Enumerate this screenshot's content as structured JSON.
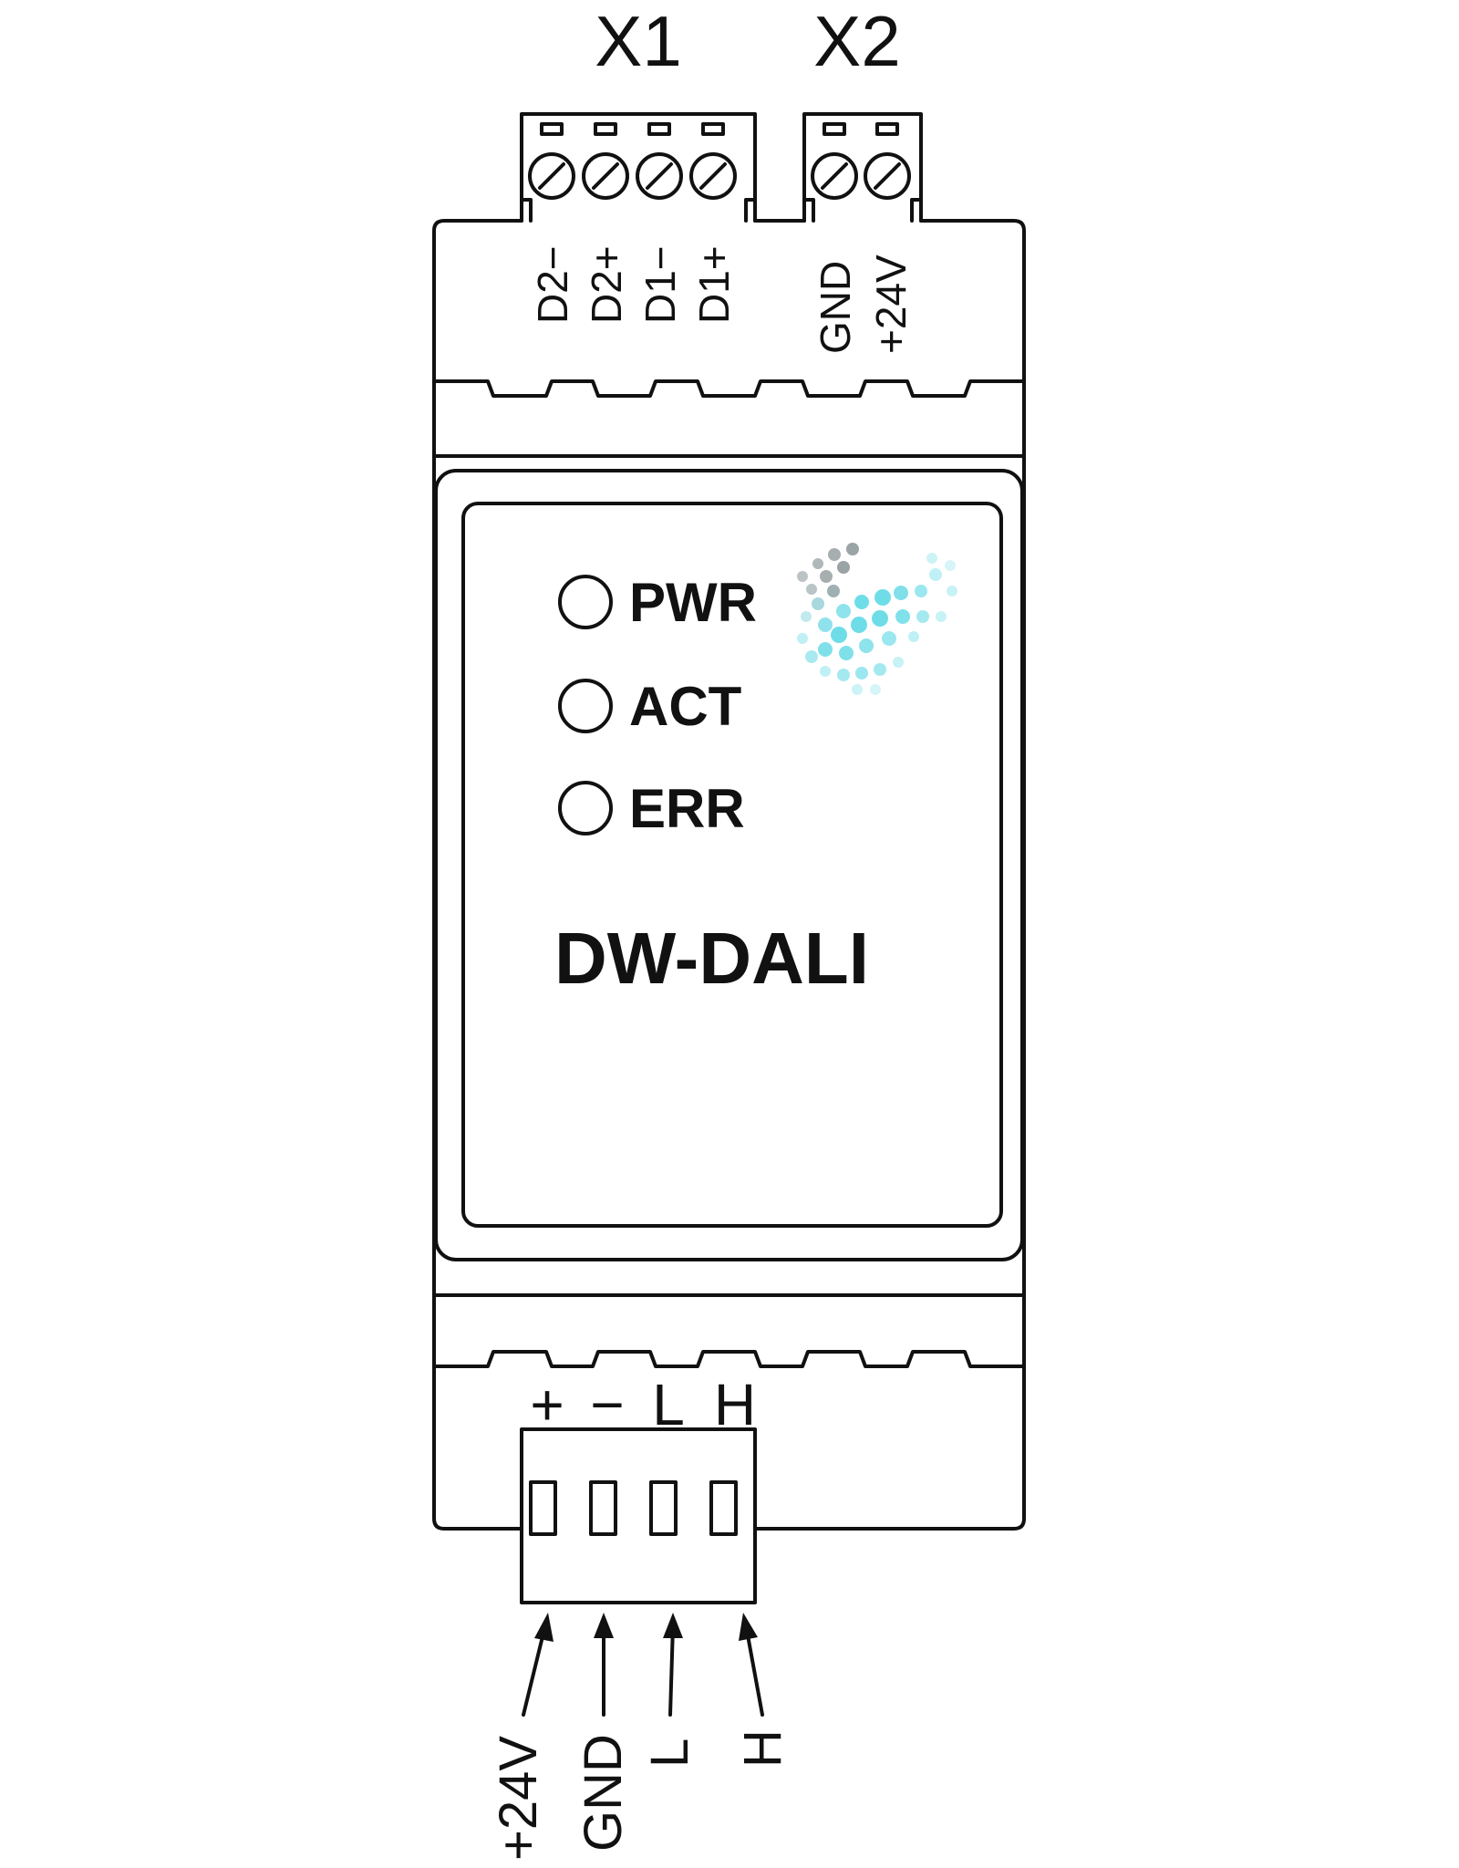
{
  "connectors": {
    "x1": {
      "title": "X1",
      "pins": [
        "D2−",
        "D2+",
        "D1−",
        "D1+"
      ]
    },
    "x2": {
      "title": "X2",
      "pins": [
        "GND",
        "+24V"
      ]
    },
    "bottom": {
      "top_labels": [
        "+",
        "−",
        "L",
        "H"
      ],
      "arrow_labels": [
        "+24V",
        "GND",
        "L",
        "H"
      ]
    }
  },
  "leds": [
    {
      "label": "PWR"
    },
    {
      "label": "ACT"
    },
    {
      "label": "ERR"
    }
  ],
  "model": "DW-DALI",
  "logo": {
    "name": "dotted-sphere-logo",
    "colors": [
      "#9aa3a6",
      "#6fdde8",
      "#bff0f5"
    ]
  },
  "colors": {
    "line": "#111111",
    "background": "#ffffff"
  }
}
